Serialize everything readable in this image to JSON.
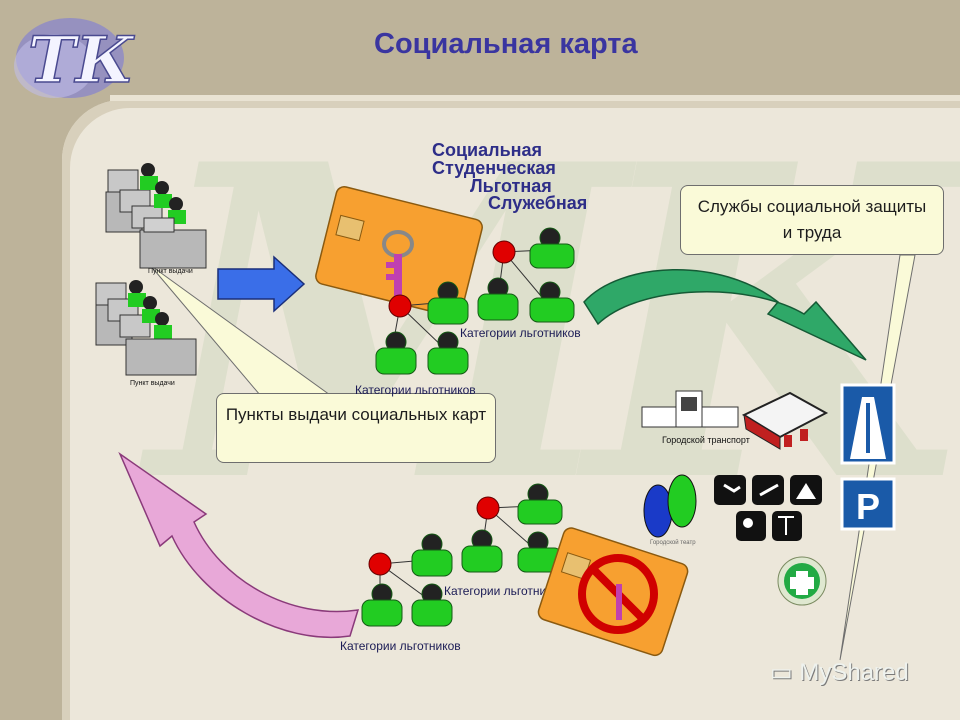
{
  "slide": {
    "title": "Социальная карта",
    "logo_text": "ТК",
    "card_types": [
      "Социальная",
      "Студенческая",
      "Льготная",
      "Служебная"
    ],
    "services_box": "Службы социальной защиты и труда",
    "points_box": "Пункты выдачи социальных карт",
    "category_label": "Категории льготников",
    "desk_label": "Пункт выдачи",
    "transport_label": "Городской транспорт",
    "theatre_label": "Городской театр",
    "watermark_text": "MK",
    "brand": "MyShared"
  },
  "colors": {
    "title": "#3a35a0",
    "person": "#22cc22",
    "card": "#f7a030",
    "node": "#e00000",
    "arrow_blue": "#3a6ee8",
    "arrow_green": "#2fa868",
    "arrow_pink": "#e8a8d8",
    "sign_blue": "#1a5aa8"
  }
}
